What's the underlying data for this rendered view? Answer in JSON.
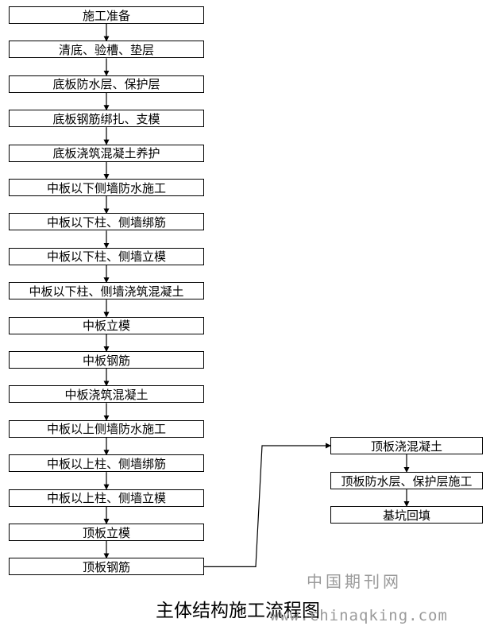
{
  "diagram": {
    "left_column": [
      "施工准备",
      "清底、验槽、垫层",
      "底板防水层、保护层",
      "底板钢筋绑扎、支模",
      "底板浇筑混凝土养护",
      "中板以下侧墙防水施工",
      "中板以下柱、侧墙绑筋",
      "中板以下柱、侧墙立模",
      "中板以下柱、侧墙浇筑混凝土",
      "中板立模",
      "中板钢筋",
      "中板浇筑混凝土",
      "中板以上侧墙防水施工",
      "中板以上柱、侧墙绑筋",
      "中板以上柱、侧墙立模",
      "顶板立模",
      "顶板钢筋"
    ],
    "right_column": [
      "顶板浇混凝土",
      "顶板防水层、保护层施工",
      "基坑回填"
    ],
    "caption": "主体结构施工流程图"
  },
  "watermark": {
    "cn": "中国期刊网",
    "url": "www.chinaqking.com"
  },
  "colors": {
    "line": "#000000",
    "watermark": "#9a9a9a"
  }
}
